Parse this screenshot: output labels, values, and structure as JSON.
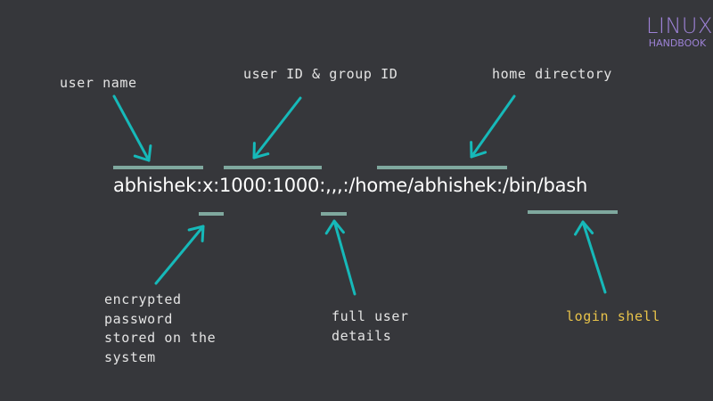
{
  "logo": {
    "top": "LINUX",
    "bottom": "HANDBOOK",
    "color": "#9d82d6"
  },
  "passwd_entry": "abhishek:x:1000:1000:,,,:/home/abhishek:/bin/bash",
  "labels": {
    "user_name": "user name",
    "ids": "user ID & group ID",
    "home": "home directory",
    "password": [
      "encrypted",
      "password",
      "stored on the",
      "system"
    ],
    "details": [
      "full user",
      "details"
    ],
    "shell": "login shell"
  },
  "colors": {
    "background": "#36373b",
    "arrow": "#16b9b9",
    "underline": "#7fa89e",
    "highlight_label": "#e8c34a",
    "text": "#e4e4e4"
  }
}
